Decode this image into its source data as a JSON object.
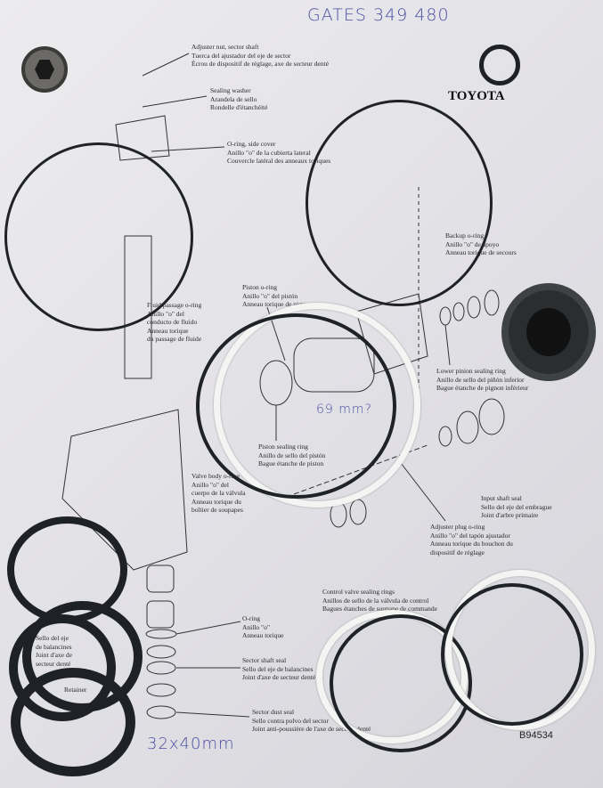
{
  "handwriting": {
    "part_number": "GATES 349 480",
    "piston_size": "69 mm?",
    "seal_size": "32x40mm"
  },
  "brand": "TOYOTA",
  "diagram_code": "B94534",
  "labels": {
    "adjuster_nut": [
      "Adjuster nut, sector shaft",
      "Tuerca del ajustador del eje de sector",
      "Écrou de dispositif de réglage, axe de secteur denté"
    ],
    "sealing_washer": [
      "Sealing washer",
      "Arandela de sello",
      "Rondelle d'étanchéité"
    ],
    "side_cover_oring": [
      "O-ring, side cover",
      "Anillo \"o\" de la cubierta lateral",
      "Couvercle latéral des anneaux toriques"
    ],
    "backup_oring": [
      "Backup o-ring",
      "Anillo \"o\" de apoyo",
      "Anneau torique de secours"
    ],
    "lower_pinion": [
      "Lower pinion sealing ring",
      "Anillo de sello del piñón inferior",
      "Bague étanche de pignon inférieur"
    ],
    "piston_oring": [
      "Piston o-ring",
      "Anillo \"o\" del pistón",
      "Anneau torique de piston"
    ],
    "fluid_passage": [
      "Fluid passage o-ring",
      "Anillo \"o\" del",
      "conducto de fluido",
      "Anneau torique",
      "du passage de fluide"
    ],
    "piston_sealing": [
      "Piston sealing ring",
      "Anillo de sello del pistón",
      "Bague étanche de piston"
    ],
    "valve_body": [
      "Valve body o-ring",
      "Anillo \"o\" del",
      "cuerpo de la válvula",
      "Anneau torique du",
      "boîtier de soupapes"
    ],
    "input_shaft": [
      "Input shaft seal",
      "Sello del eje del embrague",
      "Joint d'arbre primaire"
    ],
    "adjuster_plug": [
      "Adjuster plug o-ring",
      "Anillo \"o\" del tapón ajustador",
      "Anneau torique du bouchon du",
      "dispositif de réglage"
    ],
    "control_valve": [
      "Control valve sealing rings",
      "Anillos de sello de la válvula de control",
      "Bagues étanches de soupape de commande"
    ],
    "oring": [
      "O-ring",
      "Anillo \"o\"",
      "Anneau torique"
    ],
    "sector_shaft": [
      "Sector shaft seal",
      "Sello del eje de balancines",
      "Joint d'axe de secteur denté"
    ],
    "sector_dust": [
      "Sector dust seal",
      "Sello contra polvo del sector",
      "Joint anti-poussière de l'axe de secteur denté"
    ],
    "left_seal": [
      "Sello del eje",
      "de balancines",
      "Joint d'axe de",
      "secteur denté"
    ],
    "retainer": [
      "Retainer"
    ]
  }
}
